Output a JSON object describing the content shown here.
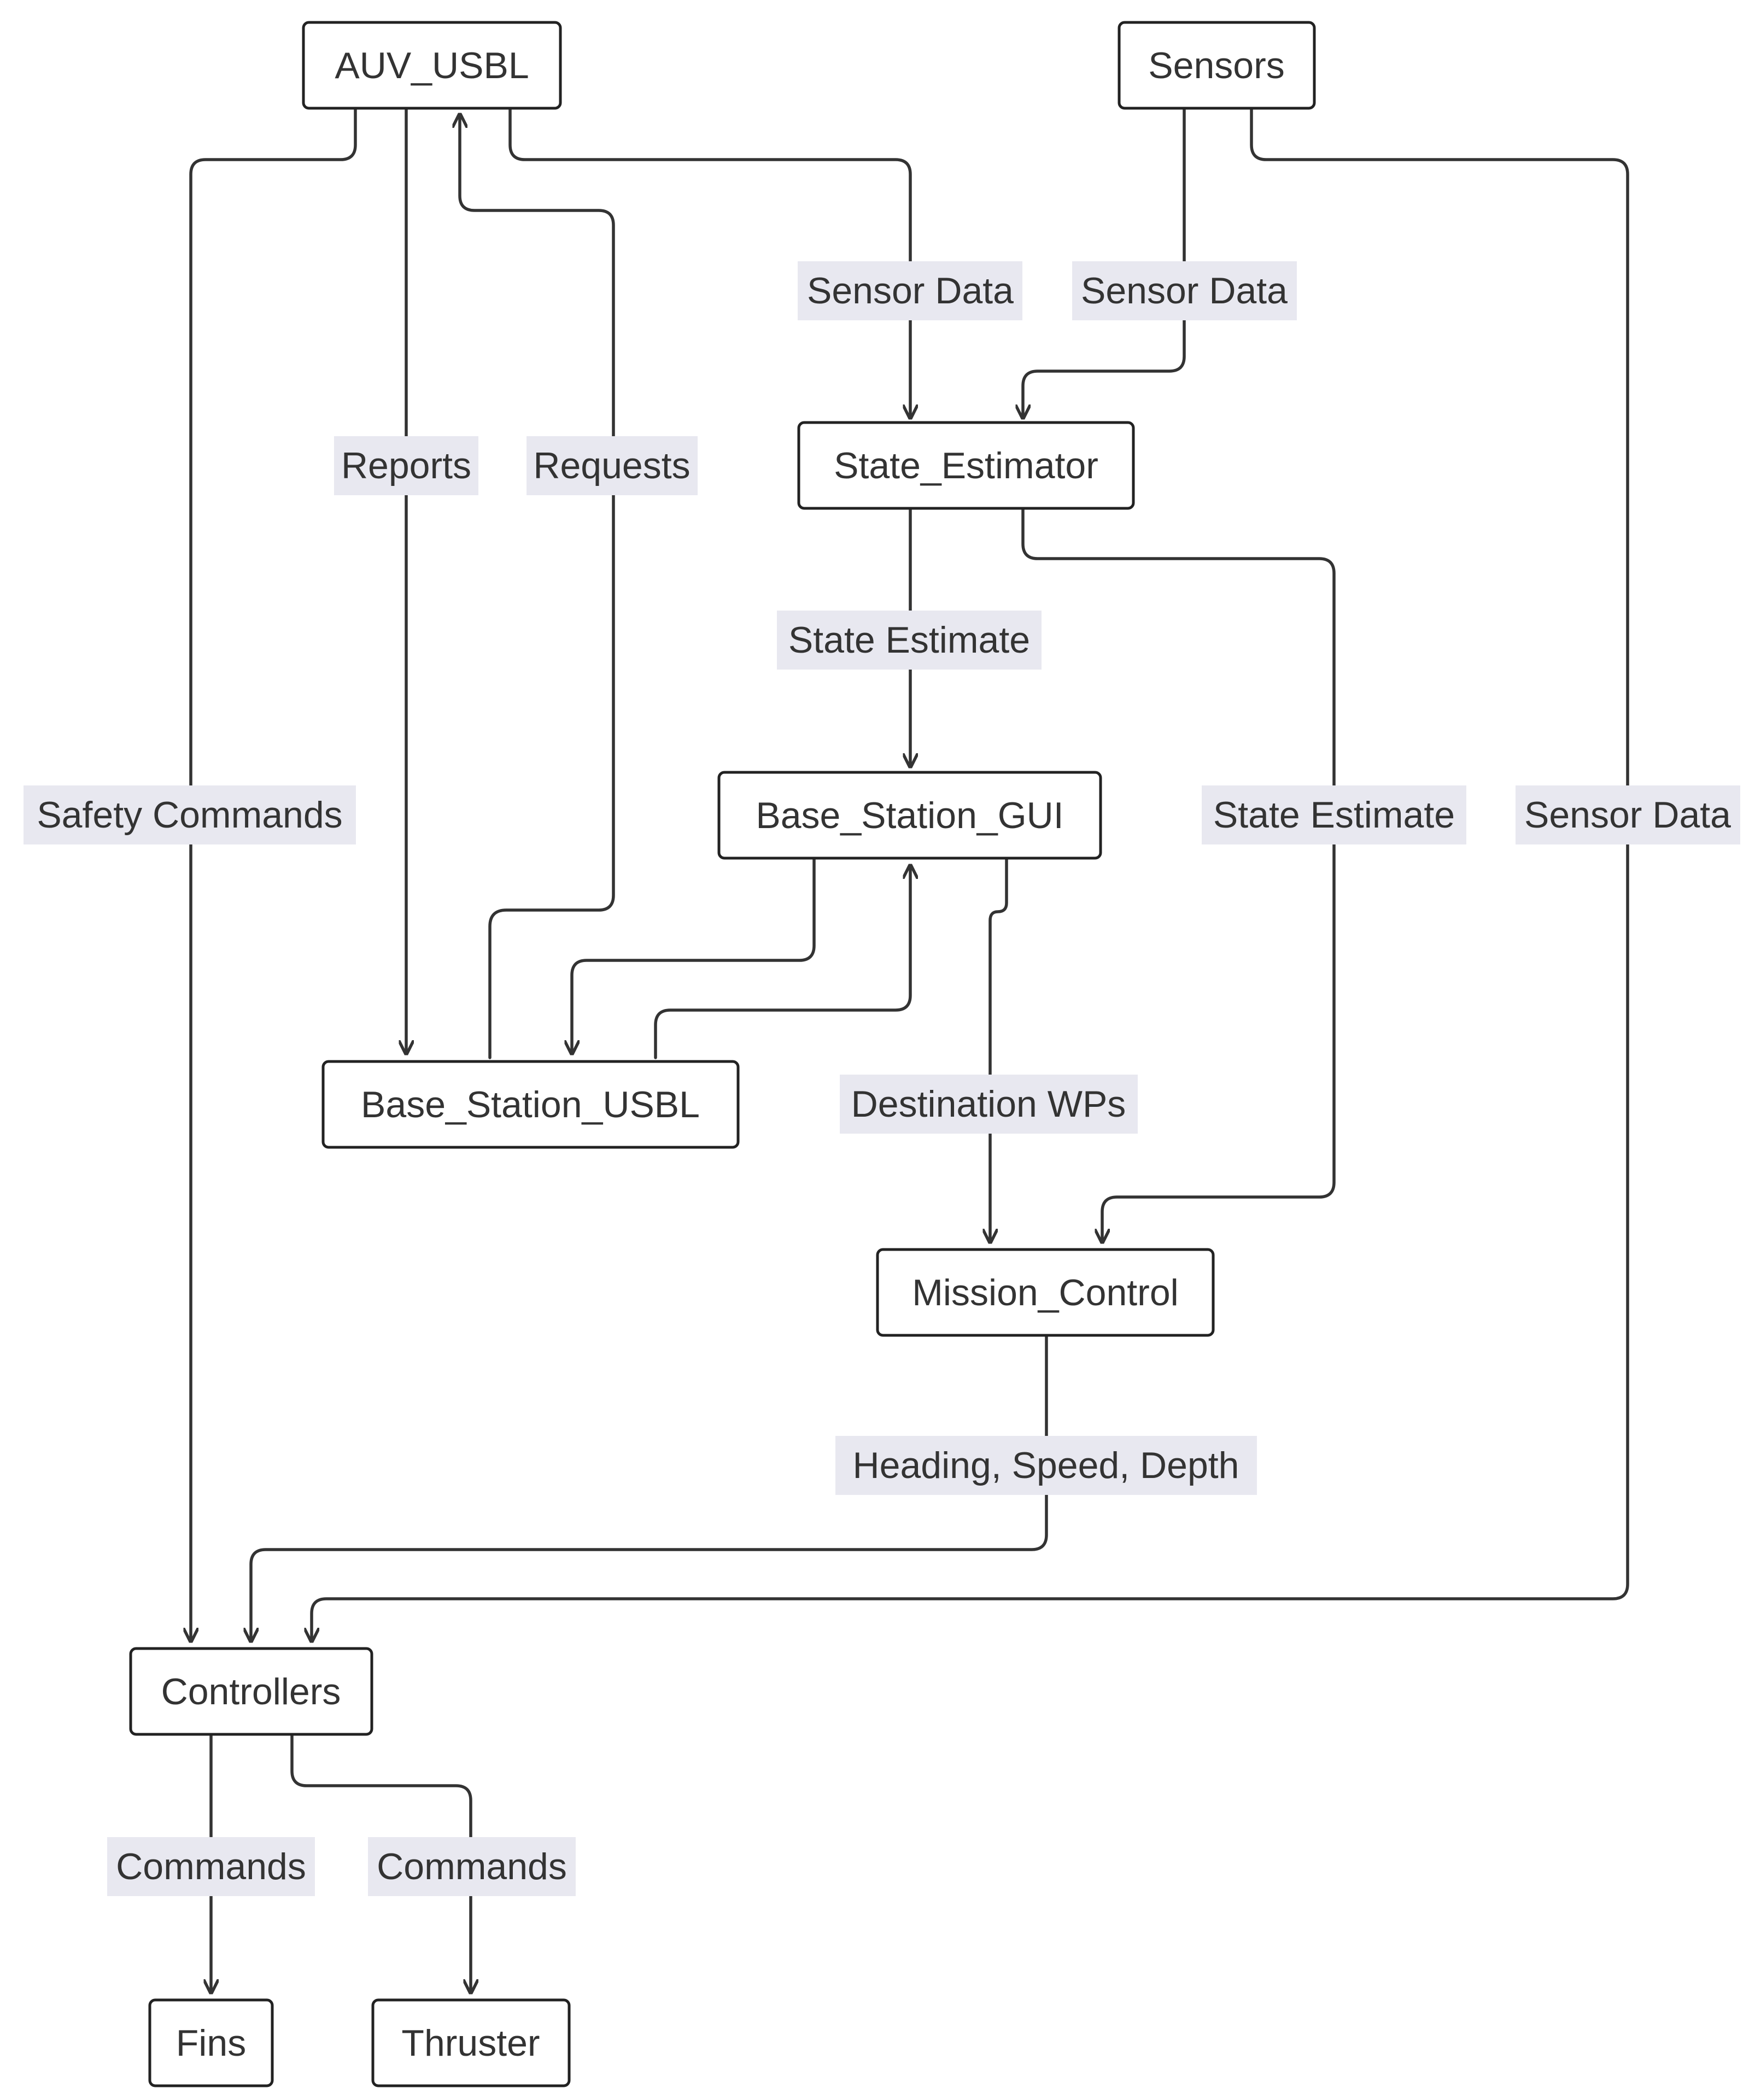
{
  "nodes": {
    "auv_usbl": "AUV_USBL",
    "sensors": "Sensors",
    "state_estimator": "State_Estimator",
    "base_station_gui": "Base_Station_GUI",
    "base_station_usbl": "Base_Station_USBL",
    "mission_control": "Mission_Control",
    "controllers": "Controllers",
    "fins": "Fins",
    "thruster": "Thruster"
  },
  "edges": {
    "auv_to_estimator": "Sensor Data",
    "sensors_to_estimator": "Sensor Data",
    "auv_to_bs_usbl": "Reports",
    "bs_usbl_to_auv": "Requests",
    "auv_to_controllers": "Safety Commands",
    "estimator_to_gui": "State Estimate",
    "estimator_to_mission": "State Estimate",
    "sensors_to_controllers": "Sensor Data",
    "gui_to_mission": "Destination WPs",
    "mission_to_controllers": "Heading, Speed, Depth",
    "controllers_to_fins": "Commands",
    "controllers_to_thruster": "Commands"
  }
}
